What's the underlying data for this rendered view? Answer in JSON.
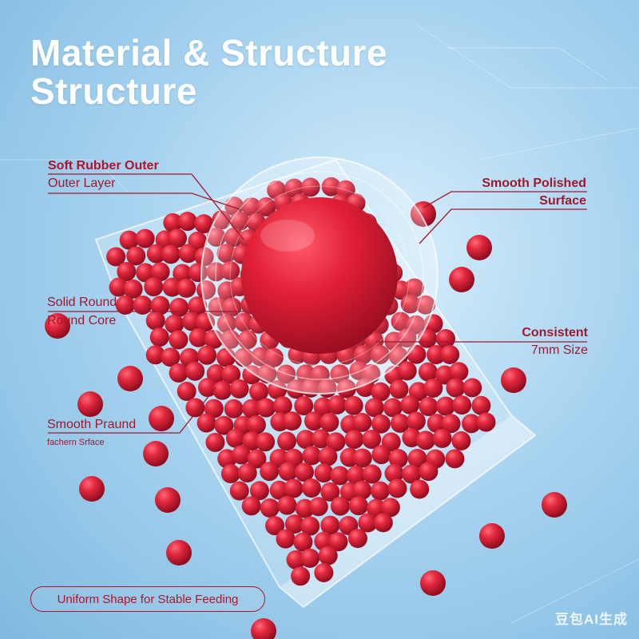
{
  "title": {
    "line1": "Material & Structure",
    "line2": "Structure"
  },
  "callouts": {
    "soft_rubber": {
      "heading": "Soft Rubber Outer",
      "sub": "Outer Layer"
    },
    "solid_round": {
      "heading": "Solid Round",
      "sub": "Round Core"
    },
    "smooth_pattern": {
      "heading": "Smooth Praund",
      "sub": "fachern Srface"
    },
    "smooth_polished": {
      "line1": "Smooth Polished",
      "line2": "Surface"
    },
    "consistent": {
      "line1": "Consistent",
      "line2": "7mm Size"
    }
  },
  "feeding_badge": "Uniform Shape for Stable Feeding",
  "watermark": "豆包AI生成",
  "colors": {
    "title": "#ffffff",
    "accent_red": "#b3122a",
    "background": "#a9d4f0",
    "ball": "#d61f35"
  }
}
